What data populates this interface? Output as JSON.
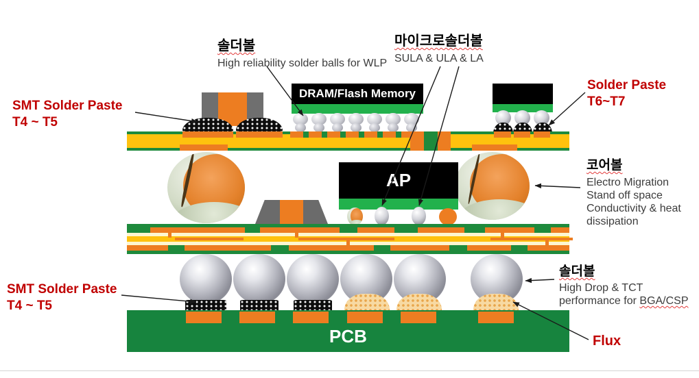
{
  "annotations": {
    "solder_ball_top": {
      "heading": "솔더볼",
      "description": "High reliability solder balls for WLP"
    },
    "micro_solder_ball": {
      "heading": "마이크로솔더볼",
      "description": "SULA & ULA & LA"
    },
    "smt_solder_paste_top": {
      "line1": "SMT Solder Paste",
      "line2": "T4 ~ T5"
    },
    "solder_paste_right": {
      "line1": "Solder Paste",
      "line2": "T6~T7"
    },
    "core_ball": {
      "heading": "코어볼",
      "line1": "Electro Migration",
      "line2": "Stand off space",
      "line3": "Conductivity & heat dissipation"
    },
    "solder_ball_bottom": {
      "heading": "솔더볼",
      "line1": "High Drop & TCT",
      "line2_prefix": "performance for ",
      "line2_underlined": "BGA/CSP"
    },
    "smt_solder_paste_bottom": {
      "line1": "SMT Solder Paste",
      "line2": "T4 ~ T5"
    },
    "flux_label": "Flux"
  },
  "components": {
    "dram_label": "DRAM/Flash Memory",
    "ap_label": "AP",
    "pcb_label": "PCB"
  },
  "colors": {
    "red_label": "#C00000",
    "board_yellow": "#FFC20E",
    "pad_orange": "#ED7D21",
    "edge_green": "#1E8A3C",
    "chip_strip_green": "#22B14C",
    "pcb_green": "#17843E",
    "ball_silver": "#B3B4BD",
    "flux_tan": "#F7D9A2"
  }
}
